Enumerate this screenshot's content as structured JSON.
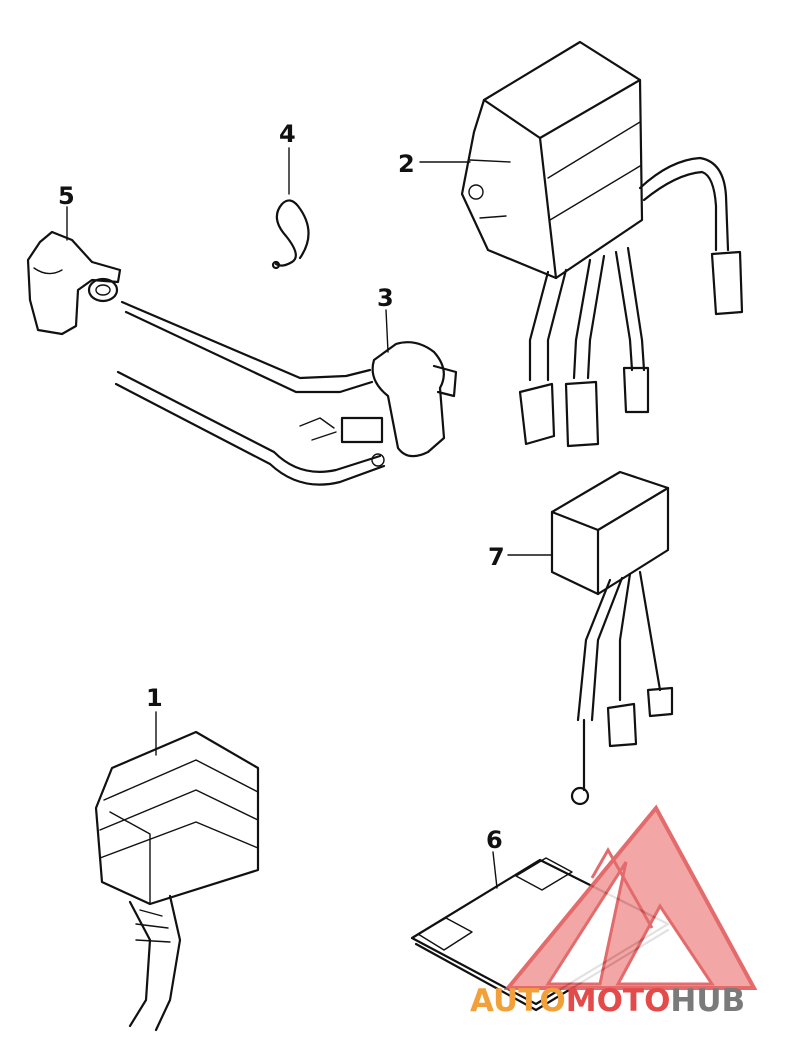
{
  "callouts": {
    "c1": "1",
    "c2": "2",
    "c3": "3",
    "c4": "4",
    "c5": "5",
    "c6": "6",
    "c7": "7"
  },
  "watermark": {
    "part1": "AUTO",
    "part2": "MOTO",
    "part3": "HUB",
    "colors": {
      "auto": "#f2a03a",
      "moto": "#e34b4b",
      "hub": "#7a7a7a",
      "logo_fill": "#f19a9a",
      "logo_stroke": "#e15757"
    }
  }
}
